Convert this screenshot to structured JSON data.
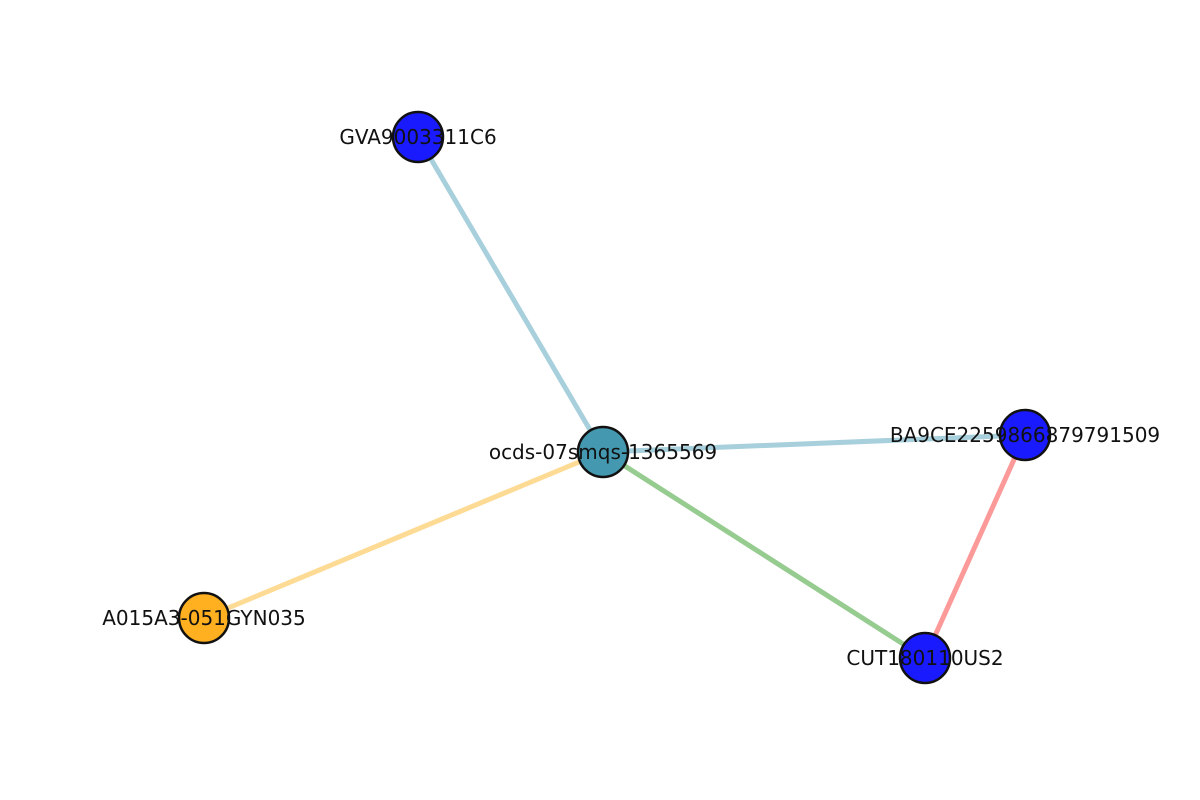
{
  "colors": {
    "node_outline": "#111111",
    "label_text": "#111111",
    "background": "#ffffff"
  },
  "nodes": [
    {
      "id": "gva",
      "label": "GVA9003311C6",
      "fill": "#1a1aff"
    },
    {
      "id": "hub",
      "label": "ocds-07smqs-1365569",
      "fill": "#4499b0"
    },
    {
      "id": "ba9",
      "label": "BA9CE22598668797915​09",
      "fill": "#1a1aff"
    },
    {
      "id": "a015",
      "label": "A015A3-051GYN035",
      "fill": "#ffb020"
    },
    {
      "id": "cut",
      "label": "CUT180110US2",
      "fill": "#1a1aff"
    }
  ],
  "edges": [
    {
      "from": "hub",
      "to": "gva",
      "color": "#a8d0dc"
    },
    {
      "from": "hub",
      "to": "ba9",
      "color": "#a8d0dc"
    },
    {
      "from": "hub",
      "to": "a015",
      "color": "#fddb94"
    },
    {
      "from": "hub",
      "to": "cut",
      "color": "#96cc90"
    },
    {
      "from": "ba9",
      "to": "cut",
      "color": "#fc9a9a"
    }
  ]
}
